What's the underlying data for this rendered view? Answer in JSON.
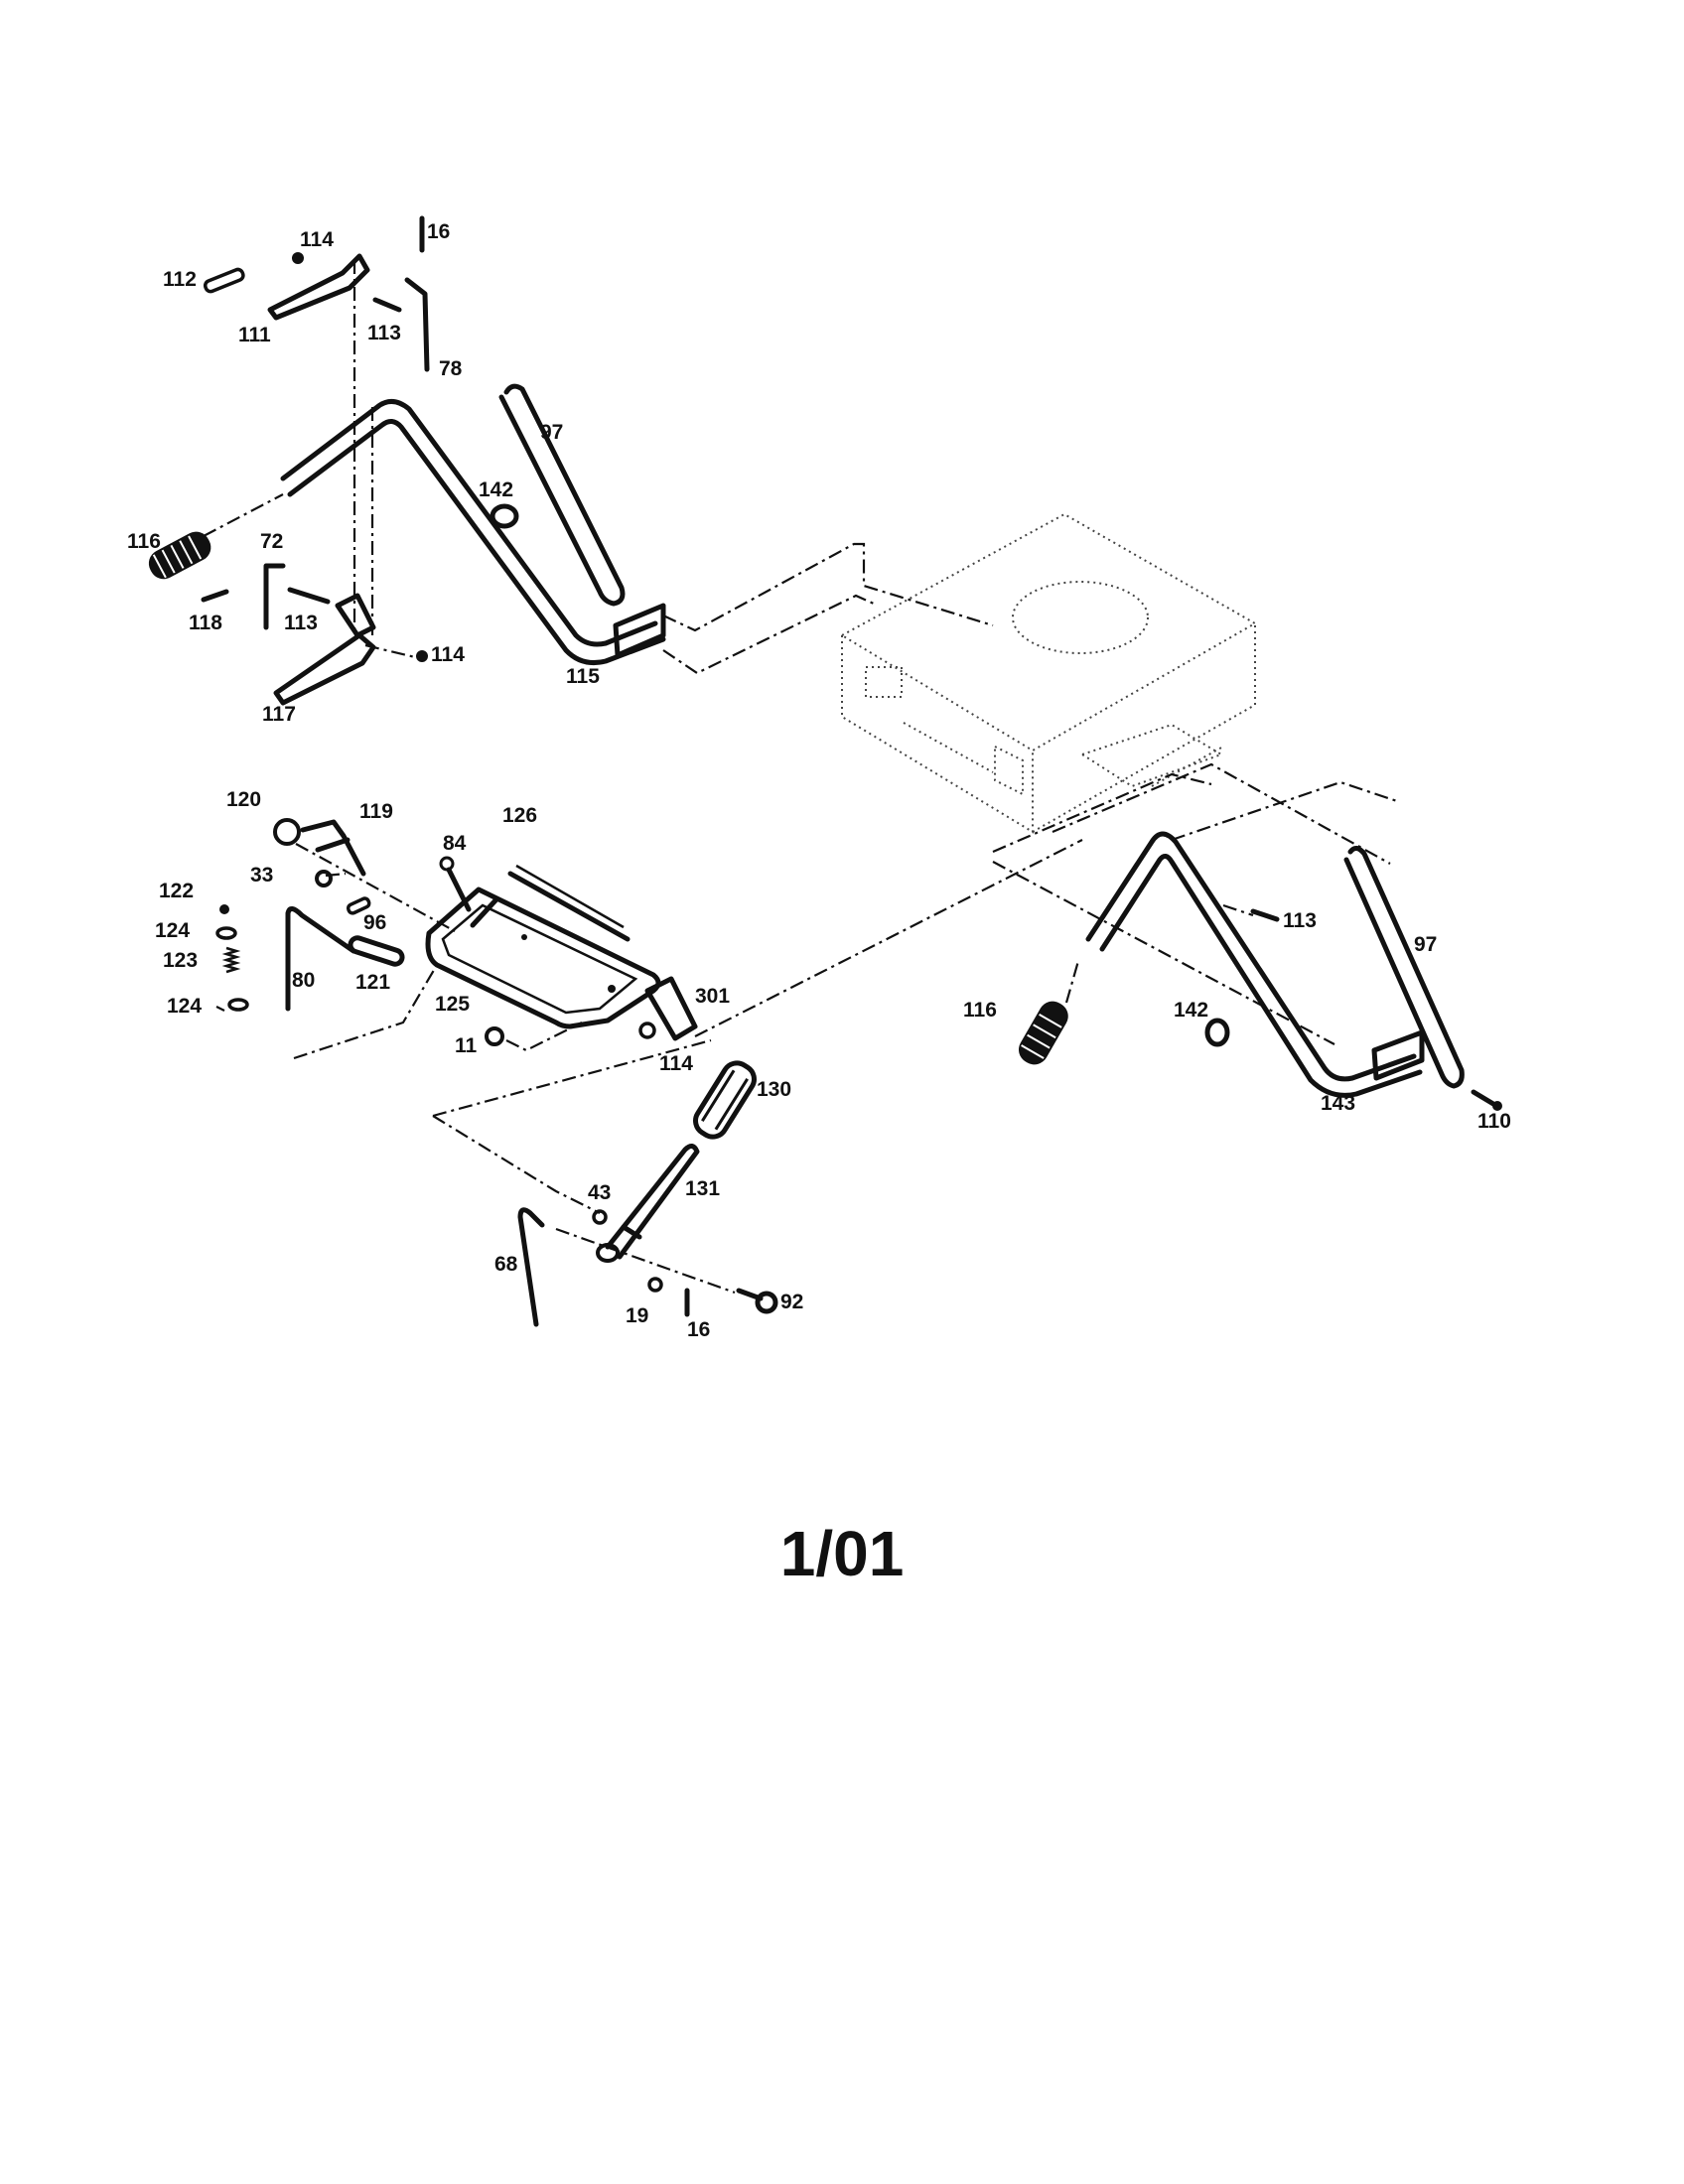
{
  "labels": {
    "l16a": "16",
    "l114a": "114",
    "l112": "112",
    "l111": "111",
    "l113a": "113",
    "l78": "78",
    "l97a": "97",
    "l142a": "142",
    "l116a": "116",
    "l72": "72",
    "l118": "118",
    "l113b": "113",
    "l114b": "114",
    "l117": "117",
    "l115": "115",
    "l120": "120",
    "l119": "119",
    "l84": "84",
    "l126": "126",
    "l33": "33",
    "l122": "122",
    "l96": "96",
    "l124a": "124",
    "l123": "123",
    "l80": "80",
    "l121": "121",
    "l124b": "124",
    "l125": "125",
    "l301": "301",
    "l11": "11",
    "l114c": "114",
    "l113c": "113",
    "l97b": "97",
    "l116b": "116",
    "l142b": "142",
    "l143": "143",
    "l110": "110",
    "l130": "130",
    "l131": "131",
    "l43": "43",
    "l68": "68",
    "l19": "19",
    "l16b": "16",
    "l92": "92"
  },
  "footer": {
    "date": "1/01"
  }
}
